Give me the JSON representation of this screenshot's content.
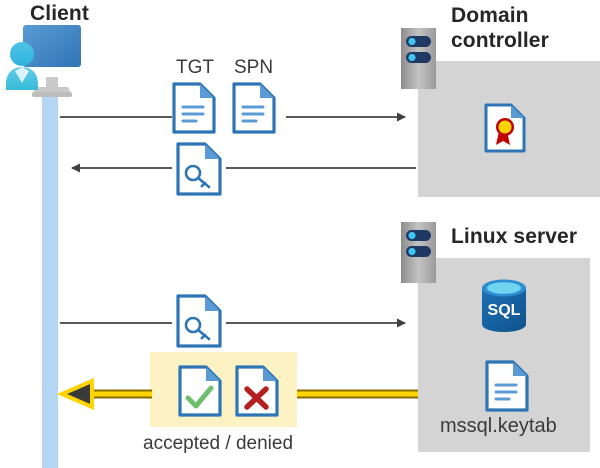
{
  "diagram": {
    "title_client": "Client",
    "title_domain_controller": "Domain\ncontroller",
    "title_linux_server": "Linux server",
    "label_tgt": "TGT",
    "label_spn": "SPN",
    "label_keytab": "mssql.keytab",
    "label_verdict": "accepted / denied",
    "icons": {
      "client": "user-at-monitor-icon",
      "tgt_doc": "document-icon",
      "spn_doc": "document-icon",
      "ticket_key_doc_1": "document-with-key-icon",
      "ticket_key_doc_2": "document-with-key-icon",
      "certificate": "document-with-certificate-icon",
      "database": "sql-database-icon",
      "keytab_file": "document-icon",
      "accepted": "document-with-checkmark-icon",
      "denied": "document-with-red-x-icon",
      "server_dc": "server-rack-icon",
      "server_linux": "server-rack-icon"
    },
    "flows": [
      {
        "name": "flow-request-tgt-spn",
        "direction": "client-to-domain-controller",
        "style": "gray-arrow"
      },
      {
        "name": "flow-return-ticket",
        "direction": "domain-controller-to-client",
        "style": "gray-arrow"
      },
      {
        "name": "flow-present-ticket",
        "direction": "client-to-linux-server",
        "style": "gray-arrow"
      },
      {
        "name": "flow-auth-result",
        "direction": "linux-server-to-client",
        "style": "yellow-arrow"
      }
    ],
    "colors": {
      "panel_gray": "#d4d4d4",
      "lifeline_blue": "#b5d5f5",
      "highlight_yellow": "#fdf2c4",
      "arrow_gray": "#595959",
      "arrow_yellow": "#ffd400",
      "doc_blue": "#2e75b6",
      "sql_blue": "#1a6cb0",
      "check_green": "#6ec06e",
      "x_red": "#b51f1f",
      "heading_dark": "#262626"
    }
  }
}
